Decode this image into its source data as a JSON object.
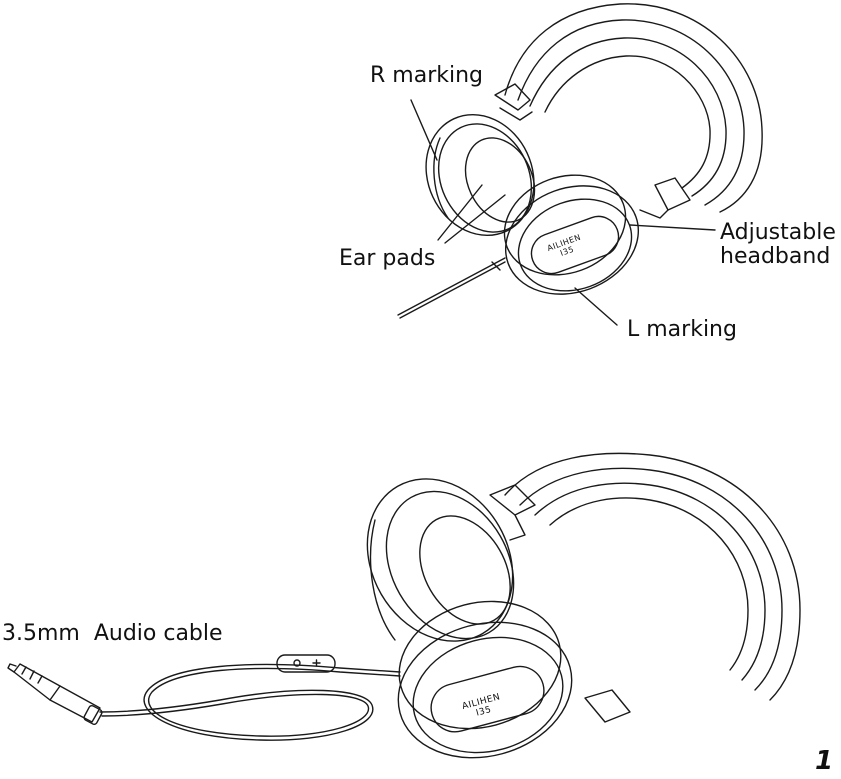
{
  "labels": {
    "r_marking": "R marking",
    "ear_pads": "Ear pads",
    "adjustable_line1": "Adjustable",
    "adjustable_line2": "headband",
    "l_marking": "L marking",
    "audio_cable": "3.5mm  Audio cable"
  },
  "brand": {
    "name": "AILIHEN",
    "model": "I35"
  },
  "page_number": "1"
}
